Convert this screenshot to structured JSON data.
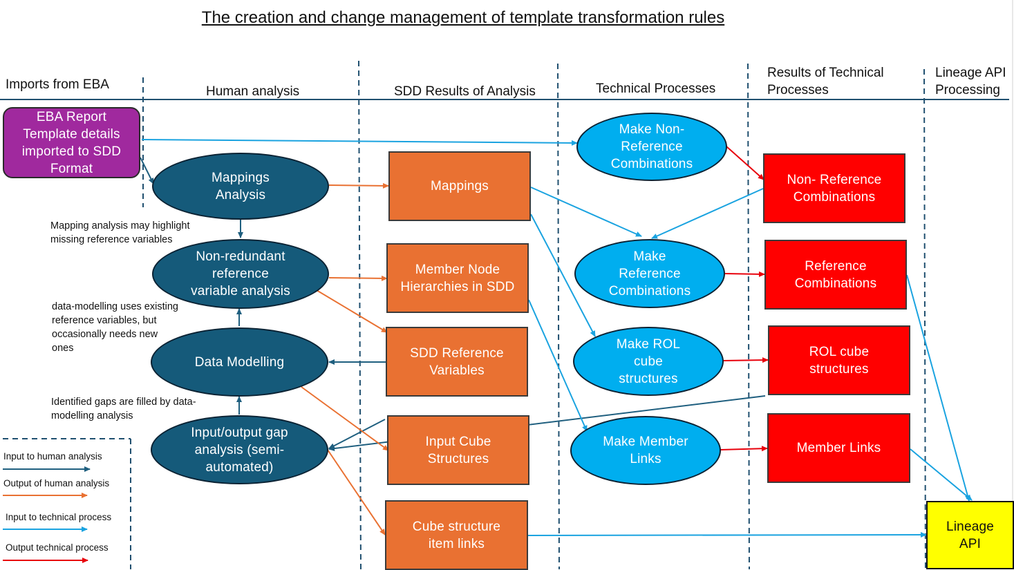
{
  "title": "The creation and change management of template transformation rules",
  "columns": {
    "imports": "Imports from EBA",
    "human": "Human analysis",
    "sdd": "SDD Results of Analysis",
    "technical": "Technical Processes",
    "results_line1": "Results of Technical",
    "results_line2": "Processes",
    "lineage_line1": "Lineage API",
    "lineage_line2": "Processing"
  },
  "nodes": {
    "eba_report": [
      "EBA Report",
      "Template details",
      "imported to SDD",
      "Format"
    ],
    "mappings_analysis": [
      "Mappings",
      "Analysis"
    ],
    "nonredundant": [
      "Non-redundant",
      "reference",
      "variable analysis"
    ],
    "data_modelling": [
      "Data Modelling"
    ],
    "gap_analysis": [
      "Input/output gap",
      "analysis (semi-",
      "automated)"
    ],
    "mappings": [
      "Mappings"
    ],
    "member_node": [
      "Member Node",
      "Hierarchies in SDD"
    ],
    "sdd_ref_vars": [
      "SDD Reference",
      "Variables"
    ],
    "input_cube": [
      "Input Cube",
      "Structures"
    ],
    "cube_item_links": [
      "Cube structure",
      "item links"
    ],
    "make_nonref": [
      "Make Non-",
      "Reference",
      "Combinations"
    ],
    "make_ref": [
      "Make",
      "Reference",
      "Combinations"
    ],
    "make_rol": [
      "Make ROL",
      "cube",
      "structures"
    ],
    "make_member": [
      "Make Member",
      "Links"
    ],
    "nonref_comb": [
      "Non- Reference",
      "Combinations"
    ],
    "ref_comb": [
      "Reference",
      "Combinations"
    ],
    "rol_cube": [
      "ROL cube",
      "structures"
    ],
    "member_links": [
      "Member Links"
    ],
    "lineage_api": [
      "Lineage",
      "API"
    ]
  },
  "notes": {
    "mapping_note": [
      "Mapping analysis may highlight",
      "missing reference variables"
    ],
    "datamodel_note": [
      "data-modelling uses existing",
      "reference variables, but",
      "occasionally needs new",
      "ones"
    ],
    "gaps_note": [
      "Identified gaps are filled by data-",
      "modelling analysis"
    ]
  },
  "legend": {
    "input_human": "Input to human analysis",
    "output_human": "Output of human analysis",
    "input_technical": "Input to technical process",
    "output_technical": "Output technical process"
  },
  "colors": {
    "dark_blue": "#155a7a",
    "light_blue": "#00aeef",
    "orange": "#e97132",
    "red": "#ff0000",
    "purple": "#a0299e",
    "yellow": "#ffff00",
    "arrow_dark": "#1f5f7f",
    "arrow_orange": "#e97132",
    "arrow_light": "#1aa3e0",
    "arrow_red": "#e8000b"
  }
}
